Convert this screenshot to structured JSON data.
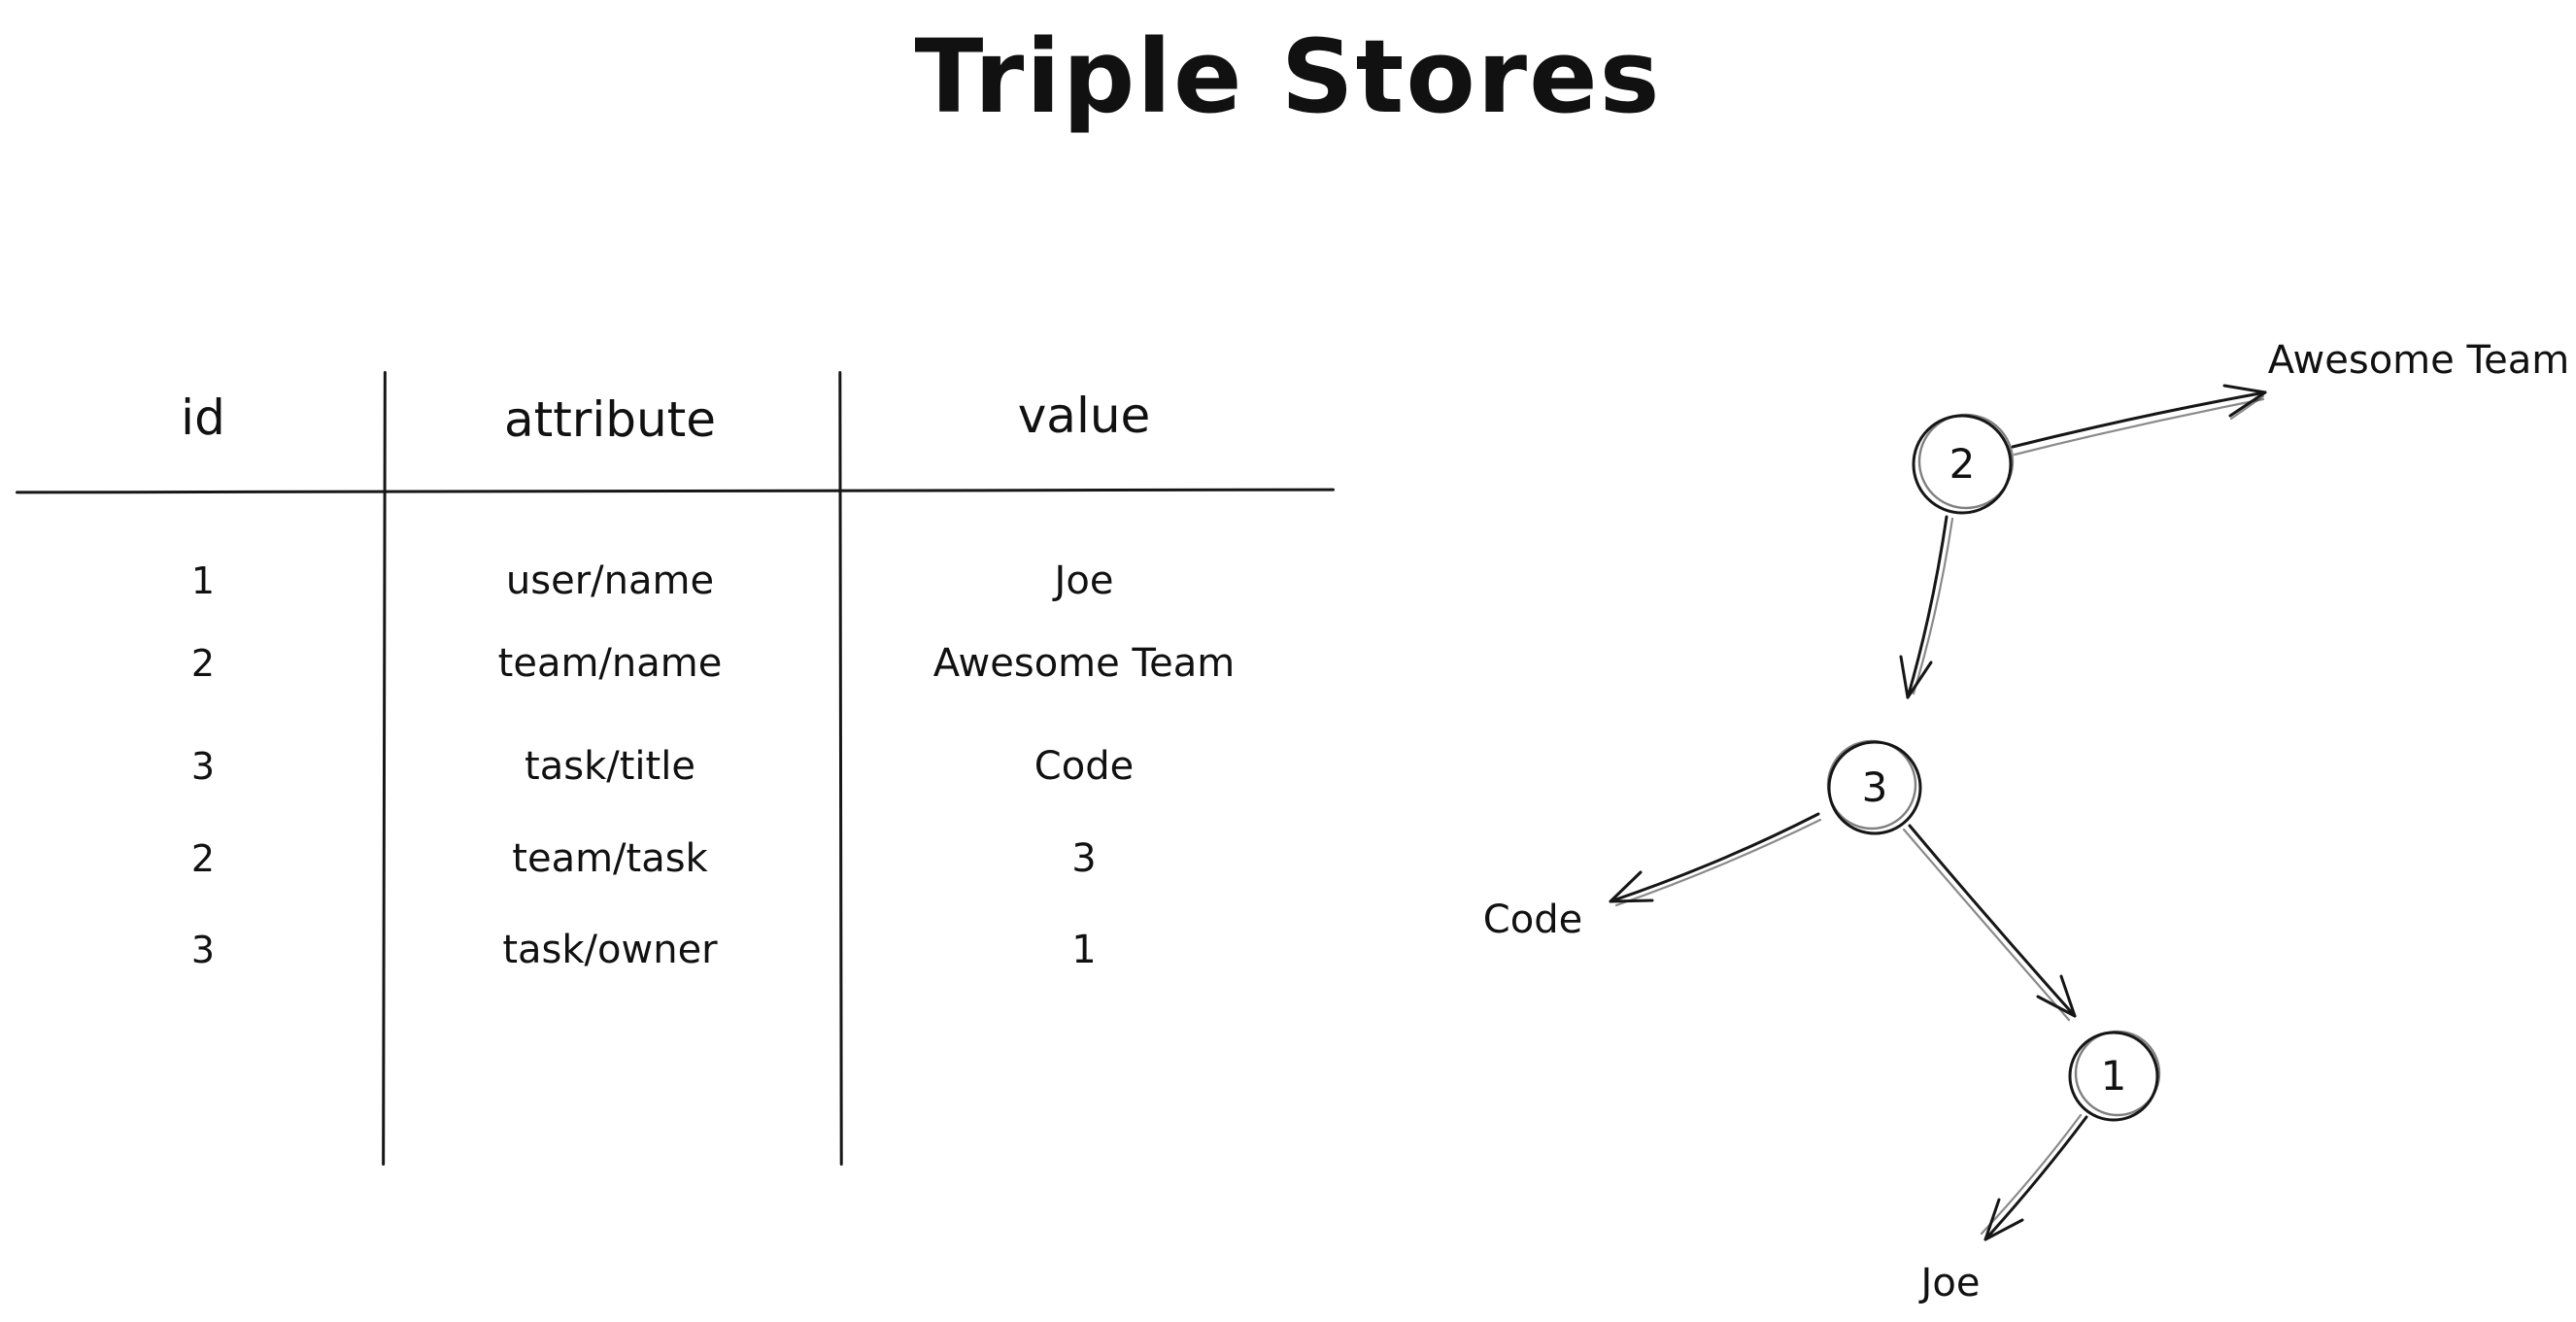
{
  "title": "Triple Stores",
  "table": {
    "columns": [
      "id",
      "attribute",
      "value"
    ],
    "rows": [
      {
        "id": "1",
        "attribute": "user/name",
        "value": "Joe"
      },
      {
        "id": "2",
        "attribute": "team/name",
        "value": "Awesome Team"
      },
      {
        "id": "3",
        "attribute": "task/title",
        "value": "Code"
      },
      {
        "id": "2",
        "attribute": "team/task",
        "value": "3"
      },
      {
        "id": "3",
        "attribute": "task/owner",
        "value": "1"
      }
    ]
  },
  "graph": {
    "nodes": [
      {
        "label": "2"
      },
      {
        "label": "3"
      },
      {
        "label": "1"
      }
    ],
    "leaf_labels": [
      {
        "text": "Awesome Team"
      },
      {
        "text": "Code"
      },
      {
        "text": "Joe"
      }
    ],
    "edges": [
      {
        "from": "2",
        "to": "Awesome Team"
      },
      {
        "from": "2",
        "to": "3"
      },
      {
        "from": "3",
        "to": "Code"
      },
      {
        "from": "3",
        "to": "1"
      },
      {
        "from": "1",
        "to": "Joe"
      }
    ]
  },
  "colors": {
    "ink": "#161616",
    "background": "#ffffff"
  }
}
